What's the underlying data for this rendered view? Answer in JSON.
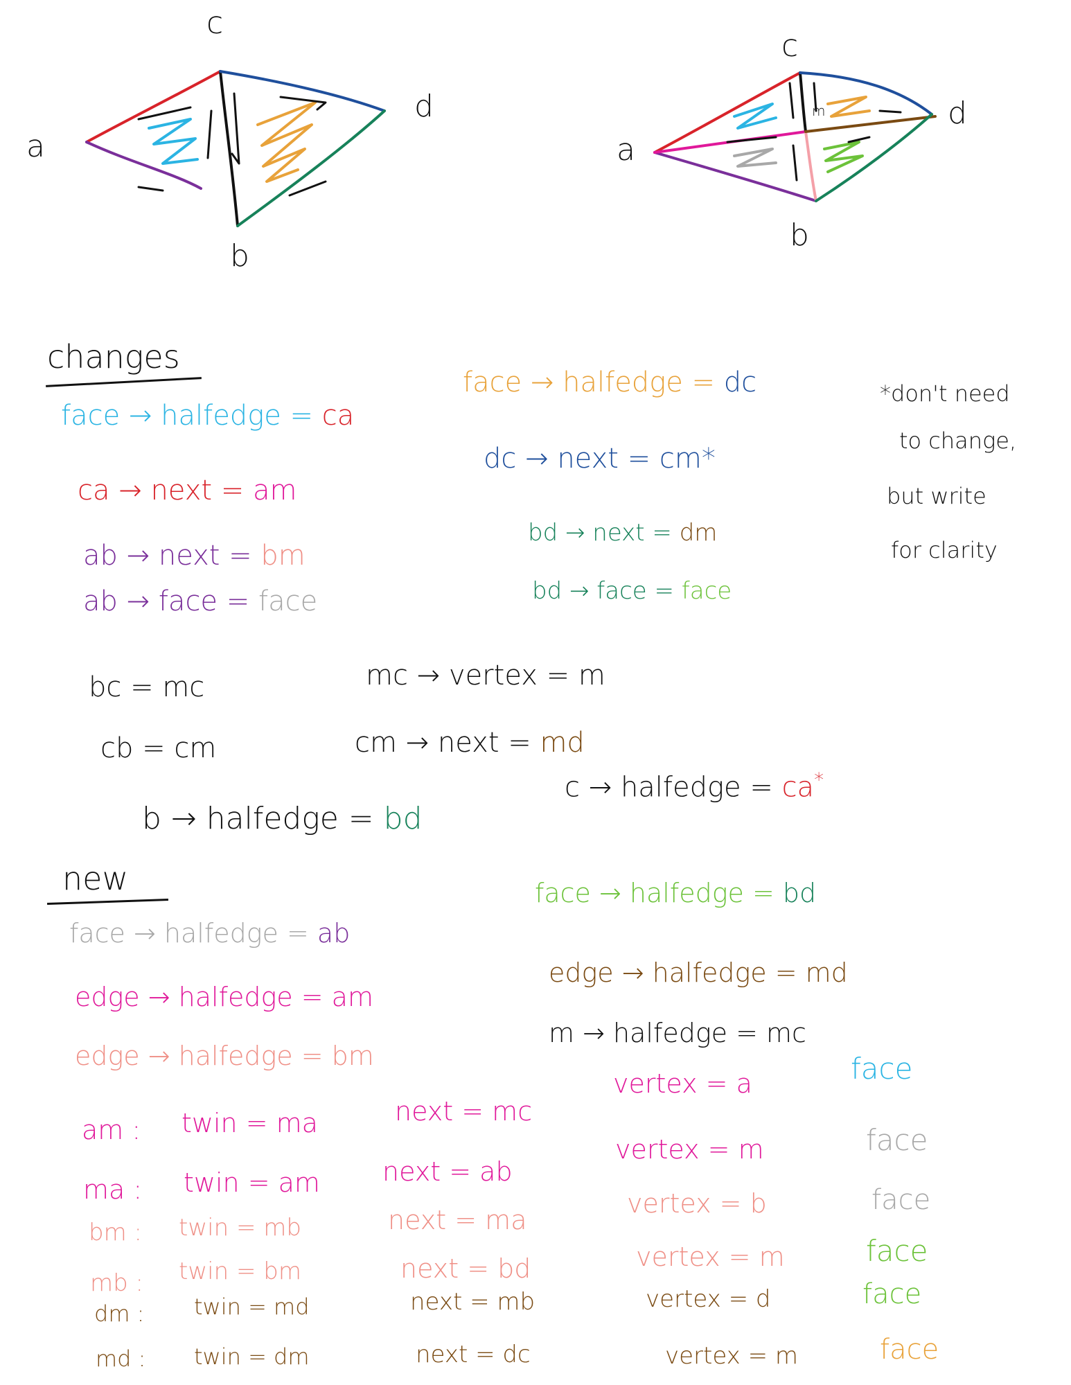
{
  "colors": {
    "black": "#111111",
    "cyan": "#2bb4e3",
    "red": "#d8232a",
    "purple": "#7a2f9a",
    "orange": "#e8a23a",
    "navy": "#1f4f9c",
    "teal": "#17825a",
    "lime": "#6cc23a",
    "magenta": "#e0189a",
    "salmon": "#ef8f86",
    "brown": "#7a4a12",
    "gray": "#a8a8a8",
    "pink": "#f4a0a8"
  },
  "diagram1": {
    "a": "a",
    "b": "b",
    "c": "c",
    "d": "d"
  },
  "diagram2": {
    "a": "a",
    "b": "b",
    "c": "c",
    "d": "d",
    "m": "m"
  },
  "changes": {
    "heading": "changes",
    "l1": "face → halfedge = ",
    "l1v": "ca",
    "l2": "ca → next = ",
    "l2v": "am",
    "l3": "ab → next = ",
    "l3v": "bm",
    "l4": "ab → face = ",
    "l4v": "face",
    "r1": "face → halfedge = ",
    "r1v": "dc",
    "r2": "dc → next = cm*",
    "r3": "bd → next = ",
    "r3v": "dm",
    "r4": "bd → face = ",
    "r4v": "face",
    "note1": "*don't need",
    "note2": "to change,",
    "note3": "but write",
    "note4": "for clarity",
    "m1": "bc = mc",
    "m2": "cb = cm",
    "m3": "mc → vertex = m",
    "m4": "cm → next = ",
    "m4v": "md",
    "m5": "b → halfedge = ",
    "m5v": "bd",
    "m6": "c → halfedge = ",
    "m6v": "ca",
    "m6s": "*"
  },
  "new": {
    "heading": "new",
    "l1": "face → halfedge = ",
    "l1v": "ab",
    "l2": "edge → halfedge = am",
    "l3": "edge → halfedge = bm",
    "r1": "face → halfedge = ",
    "r1v": "bd",
    "r2": "edge → halfedge = md",
    "r3": "m → halfedge = mc",
    "rows": [
      {
        "name": "am :",
        "twin": "twin = ma",
        "next": "next = mc",
        "vertex": "vertex = a",
        "face": "face"
      },
      {
        "name": "ma :",
        "twin": "twin = am",
        "next": "next = ab",
        "vertex": "vertex = m",
        "face": "face"
      },
      {
        "name": "bm :",
        "twin": "twin = mb",
        "next": "next = ma",
        "vertex": "vertex = b",
        "face": "face"
      },
      {
        "name": "mb :",
        "twin": "twin = bm",
        "next": "next = bd",
        "vertex": "vertex = m",
        "face": "face"
      },
      {
        "name": "dm :",
        "twin": "twin = md",
        "next": "next = mb",
        "vertex": "vertex = d",
        "face": "face"
      },
      {
        "name": "md :",
        "twin": "twin = dm",
        "next": "next = dc",
        "vertex": "vertex = m",
        "face": "face"
      }
    ]
  }
}
